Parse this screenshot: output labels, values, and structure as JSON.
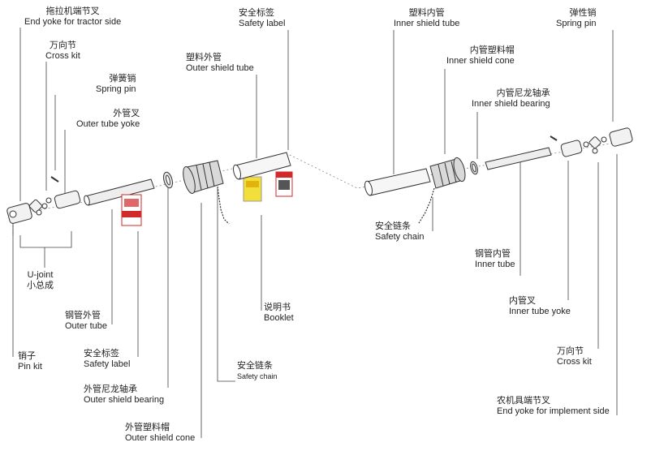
{
  "labels": {
    "end_yoke_tractor": {
      "zh": "拖拉机端节叉",
      "en": "End yoke for tractor side"
    },
    "cross_kit_left": {
      "zh": "万向节",
      "en": "Cross kit"
    },
    "spring_pin_left": {
      "zh": "弹簧销",
      "en": "Spring pin"
    },
    "outer_tube_yoke": {
      "zh": "外管叉",
      "en": "Outer tube yoke"
    },
    "outer_shield_tube": {
      "zh": "塑料外管",
      "en": "Outer shield tube"
    },
    "safety_label_top": {
      "zh": "安全标签",
      "en": "Safety label"
    },
    "inner_shield_tube": {
      "zh": "塑料内管",
      "en": "Inner shield tube"
    },
    "inner_shield_cone": {
      "zh": "内管塑料帽",
      "en": "Inner shield cone"
    },
    "inner_shield_bearing": {
      "zh": "内管尼龙轴承",
      "en": "Inner shield bearing"
    },
    "spring_pin_right": {
      "zh": "弹性销",
      "en": "Spring pin"
    },
    "safety_chain_right": {
      "zh": "安全链条",
      "en": "Safety chain"
    },
    "inner_tube": {
      "zh": "钢管内管",
      "en": "Inner tube"
    },
    "inner_tube_yoke": {
      "zh": "内管叉",
      "en": "Inner tube yoke"
    },
    "cross_kit_right": {
      "zh": "万向节",
      "en": "Cross kit"
    },
    "end_yoke_implement": {
      "zh": "农机具端节叉",
      "en": "End yoke for implement side"
    },
    "u_joint": {
      "en": "U-joint",
      "zh": "小总成"
    },
    "outer_tube": {
      "zh": "钢管外管",
      "en": "Outer tube"
    },
    "booklet": {
      "zh": "说明书",
      "en": "Booklet"
    },
    "pin_kit": {
      "zh": "销子",
      "en": "Pin kit"
    },
    "safety_label_bottom": {
      "zh": "安全标签",
      "en": "Safety label"
    },
    "safety_chain_bottom": {
      "zh": "安全链条",
      "en": "Safety chain"
    },
    "outer_shield_bearing": {
      "zh": "外管尼龙轴承",
      "en": "Outer shield bearing"
    },
    "outer_shield_cone": {
      "zh": "外管塑料帽",
      "en": "Outer shield cone"
    }
  },
  "colors": {
    "line": "#333333",
    "part_fill": "#f2f2f2",
    "label_red": "#d12a2a",
    "label_yellow": "#f3df3c"
  }
}
